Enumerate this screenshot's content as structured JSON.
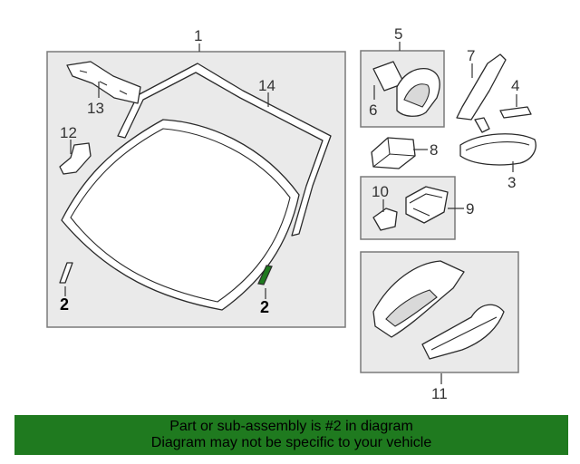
{
  "callouts": {
    "c1": "1",
    "c2a": "2",
    "c2b": "2",
    "c3": "3",
    "c4": "4",
    "c5": "5",
    "c6": "6",
    "c7": "7",
    "c8": "8",
    "c9": "9",
    "c10": "10",
    "c11": "11",
    "c12": "12",
    "c13": "13",
    "c14": "14"
  },
  "highlight_color": "#1f7a1f",
  "banner": {
    "line1": "Part or sub-assembly is #2 in diagram",
    "line2": "Diagram may not be specific to your vehicle"
  }
}
